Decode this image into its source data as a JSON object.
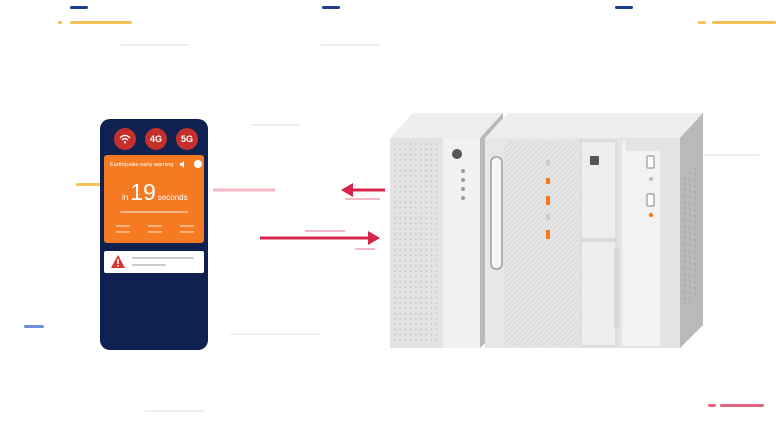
{
  "phone": {
    "network_badges": [
      {
        "icon": "wifi-icon",
        "label": ""
      },
      {
        "icon": "4g-badge",
        "label": "4G"
      },
      {
        "icon": "5g-badge",
        "label": "5G"
      }
    ],
    "alert": {
      "title": "Earthquake early warning",
      "count_prefix": "in",
      "count_value": "19",
      "count_suffix": "seconds"
    }
  },
  "colors": {
    "phone_body": "#0f2150",
    "badge_red": "#c4302b",
    "alert_orange": "#f57a22",
    "arrow_red": "#d6234a",
    "tower_gray": "#e3e3e3",
    "tower_dark": "#b9b9b9",
    "accent_orange": "#f57a22",
    "deco_blue": "#1d3d8f",
    "deco_yellow": "#f3c35a"
  }
}
